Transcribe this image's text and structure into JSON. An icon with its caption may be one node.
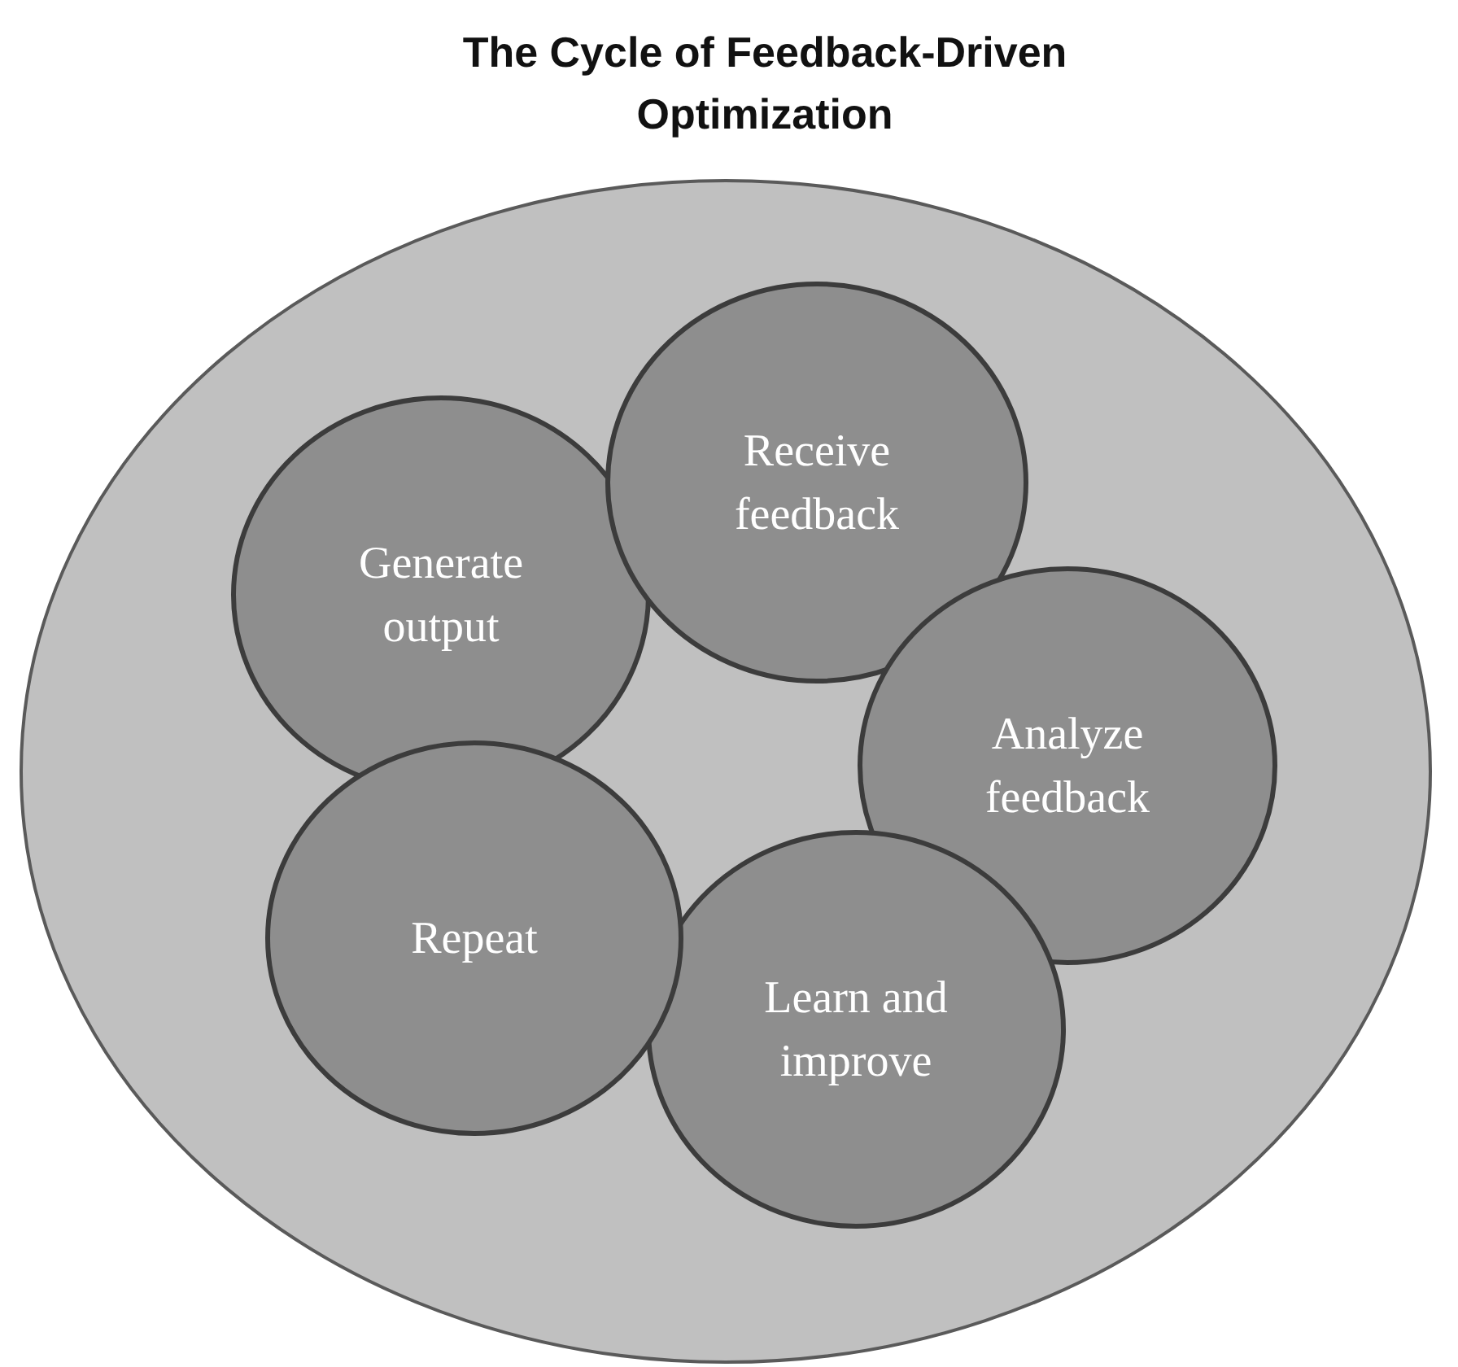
{
  "diagram": {
    "title": "The Cycle of Feedback-Driven Optimization",
    "nodes": [
      {
        "text": [],
        "shape": "ellipse"
      },
      {
        "text": [
          "Generate output"
        ],
        "in": 0
      },
      {
        "text": [
          "Receive feedback"
        ],
        "in": 0
      },
      {
        "text": [
          "Analyze feedback"
        ],
        "in": 0
      },
      {
        "text": [
          "Learn and improve"
        ],
        "in": 0
      },
      {
        "text": [
          "Repeat"
        ],
        "in": 0
      }
    ]
  }
}
